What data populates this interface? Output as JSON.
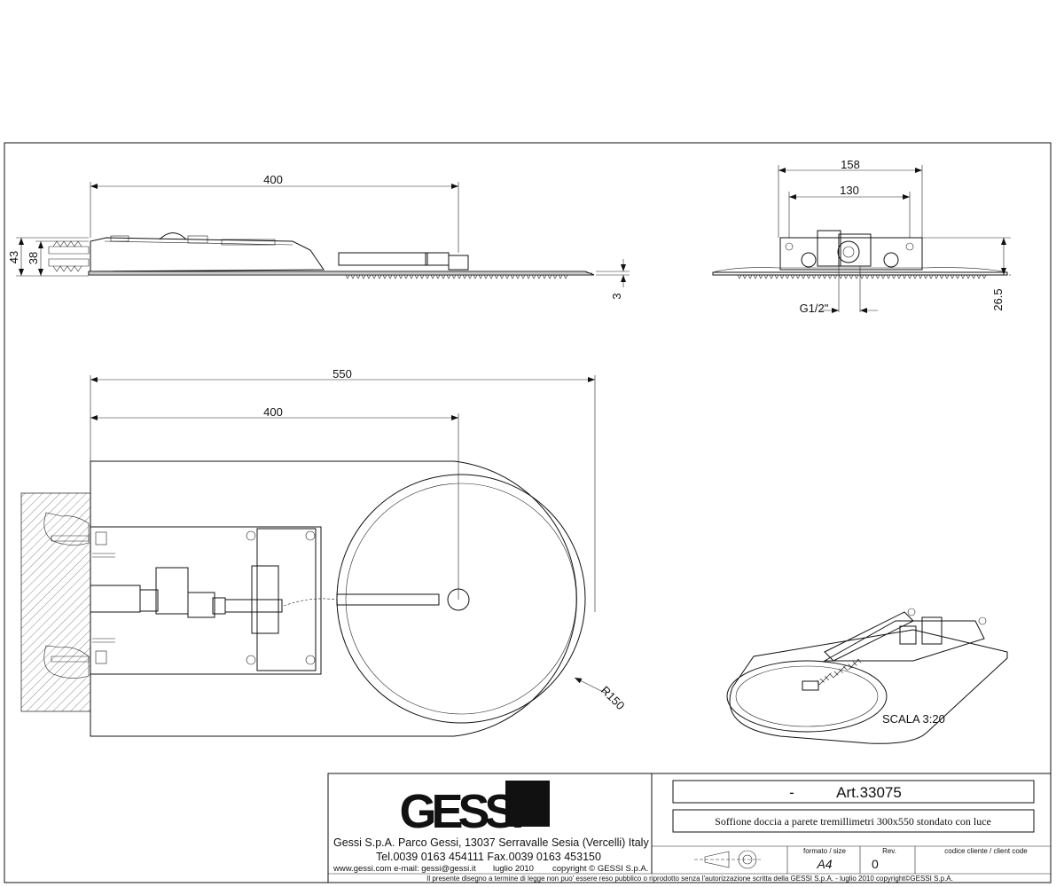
{
  "dimensions": {
    "side_width": "400",
    "side_h1": "43",
    "side_h2": "38",
    "side_thk": "3",
    "front_w1": "158",
    "front_w2": "130",
    "front_h": "26.5",
    "thread": "G1/2\"",
    "plan_total": "550",
    "plan_w": "400",
    "radius": "R150"
  },
  "scale_label": "SCALA  3:20",
  "title_block": {
    "logo": "GESSI",
    "company": "Gessi S.p.A. Parco Gessi, 13037 Serravalle Sesia (Vercelli) Italy",
    "contacts": "Tel.0039  0163  454111  Fax.0039  0163  453150",
    "web": "www.gessi.com  e-mail:  gessi@gessi.it",
    "date": "luglio  2010",
    "copyright": "copyright © GESSI  S.p.A.",
    "article_dash": "-",
    "article": "Art.33075",
    "description": "Soffione doccia a parete tremillimetri 300x550 stondato con luce",
    "format_label": "formato / size",
    "format_value": "A4",
    "rev_label": "Rev.",
    "rev_value": "0",
    "client_label": "codice cliente / client code",
    "footer": "Il  presente  disegno  a  termine  di  legge  non  puo'  essere  reso  pubblico  o  riprodotto  senza  l'autorizzazione  scritta  della  GESSI  S.p.A.  -  luglio  2010   copyright©GESSI  S.p.A."
  }
}
